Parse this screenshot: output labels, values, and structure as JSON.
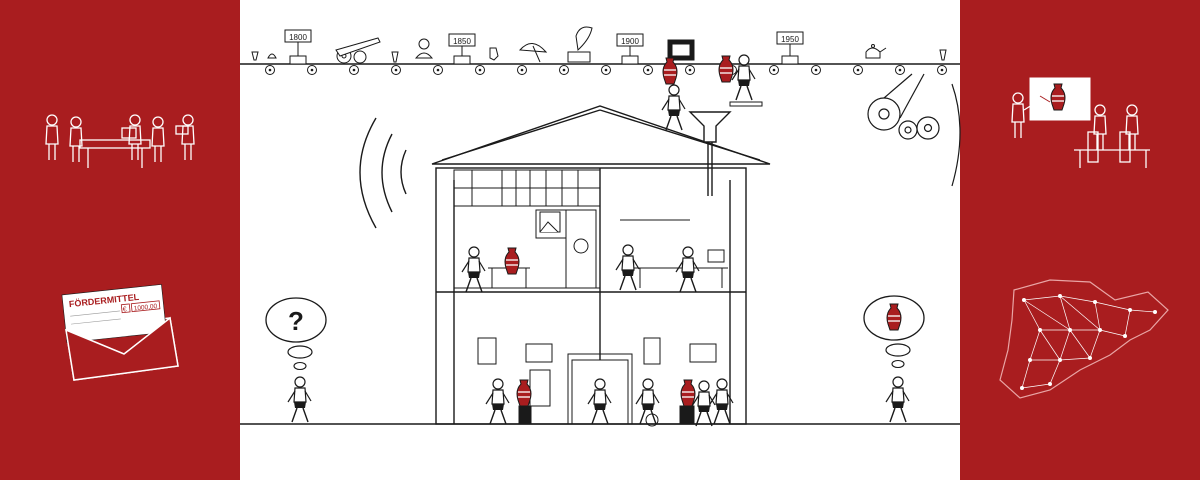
{
  "colors": {
    "accent_red": "#a91d1f",
    "ink": "#1a1a1a",
    "paper": "#ffffff"
  },
  "timeline": {
    "year_labels": [
      "1800",
      "1850",
      "1900",
      "1950"
    ]
  },
  "envelope": {
    "title": "FÖRDERMITTEL",
    "currency_symbol": "€",
    "amount": "1000,00"
  },
  "thought_bubbles": {
    "left_symbol": "?"
  },
  "icons": [
    "vase-icon",
    "gramophone-icon",
    "cannon-icon",
    "gear-icon",
    "clock-icon",
    "network-map-icon",
    "radio-waves-icon"
  ]
}
